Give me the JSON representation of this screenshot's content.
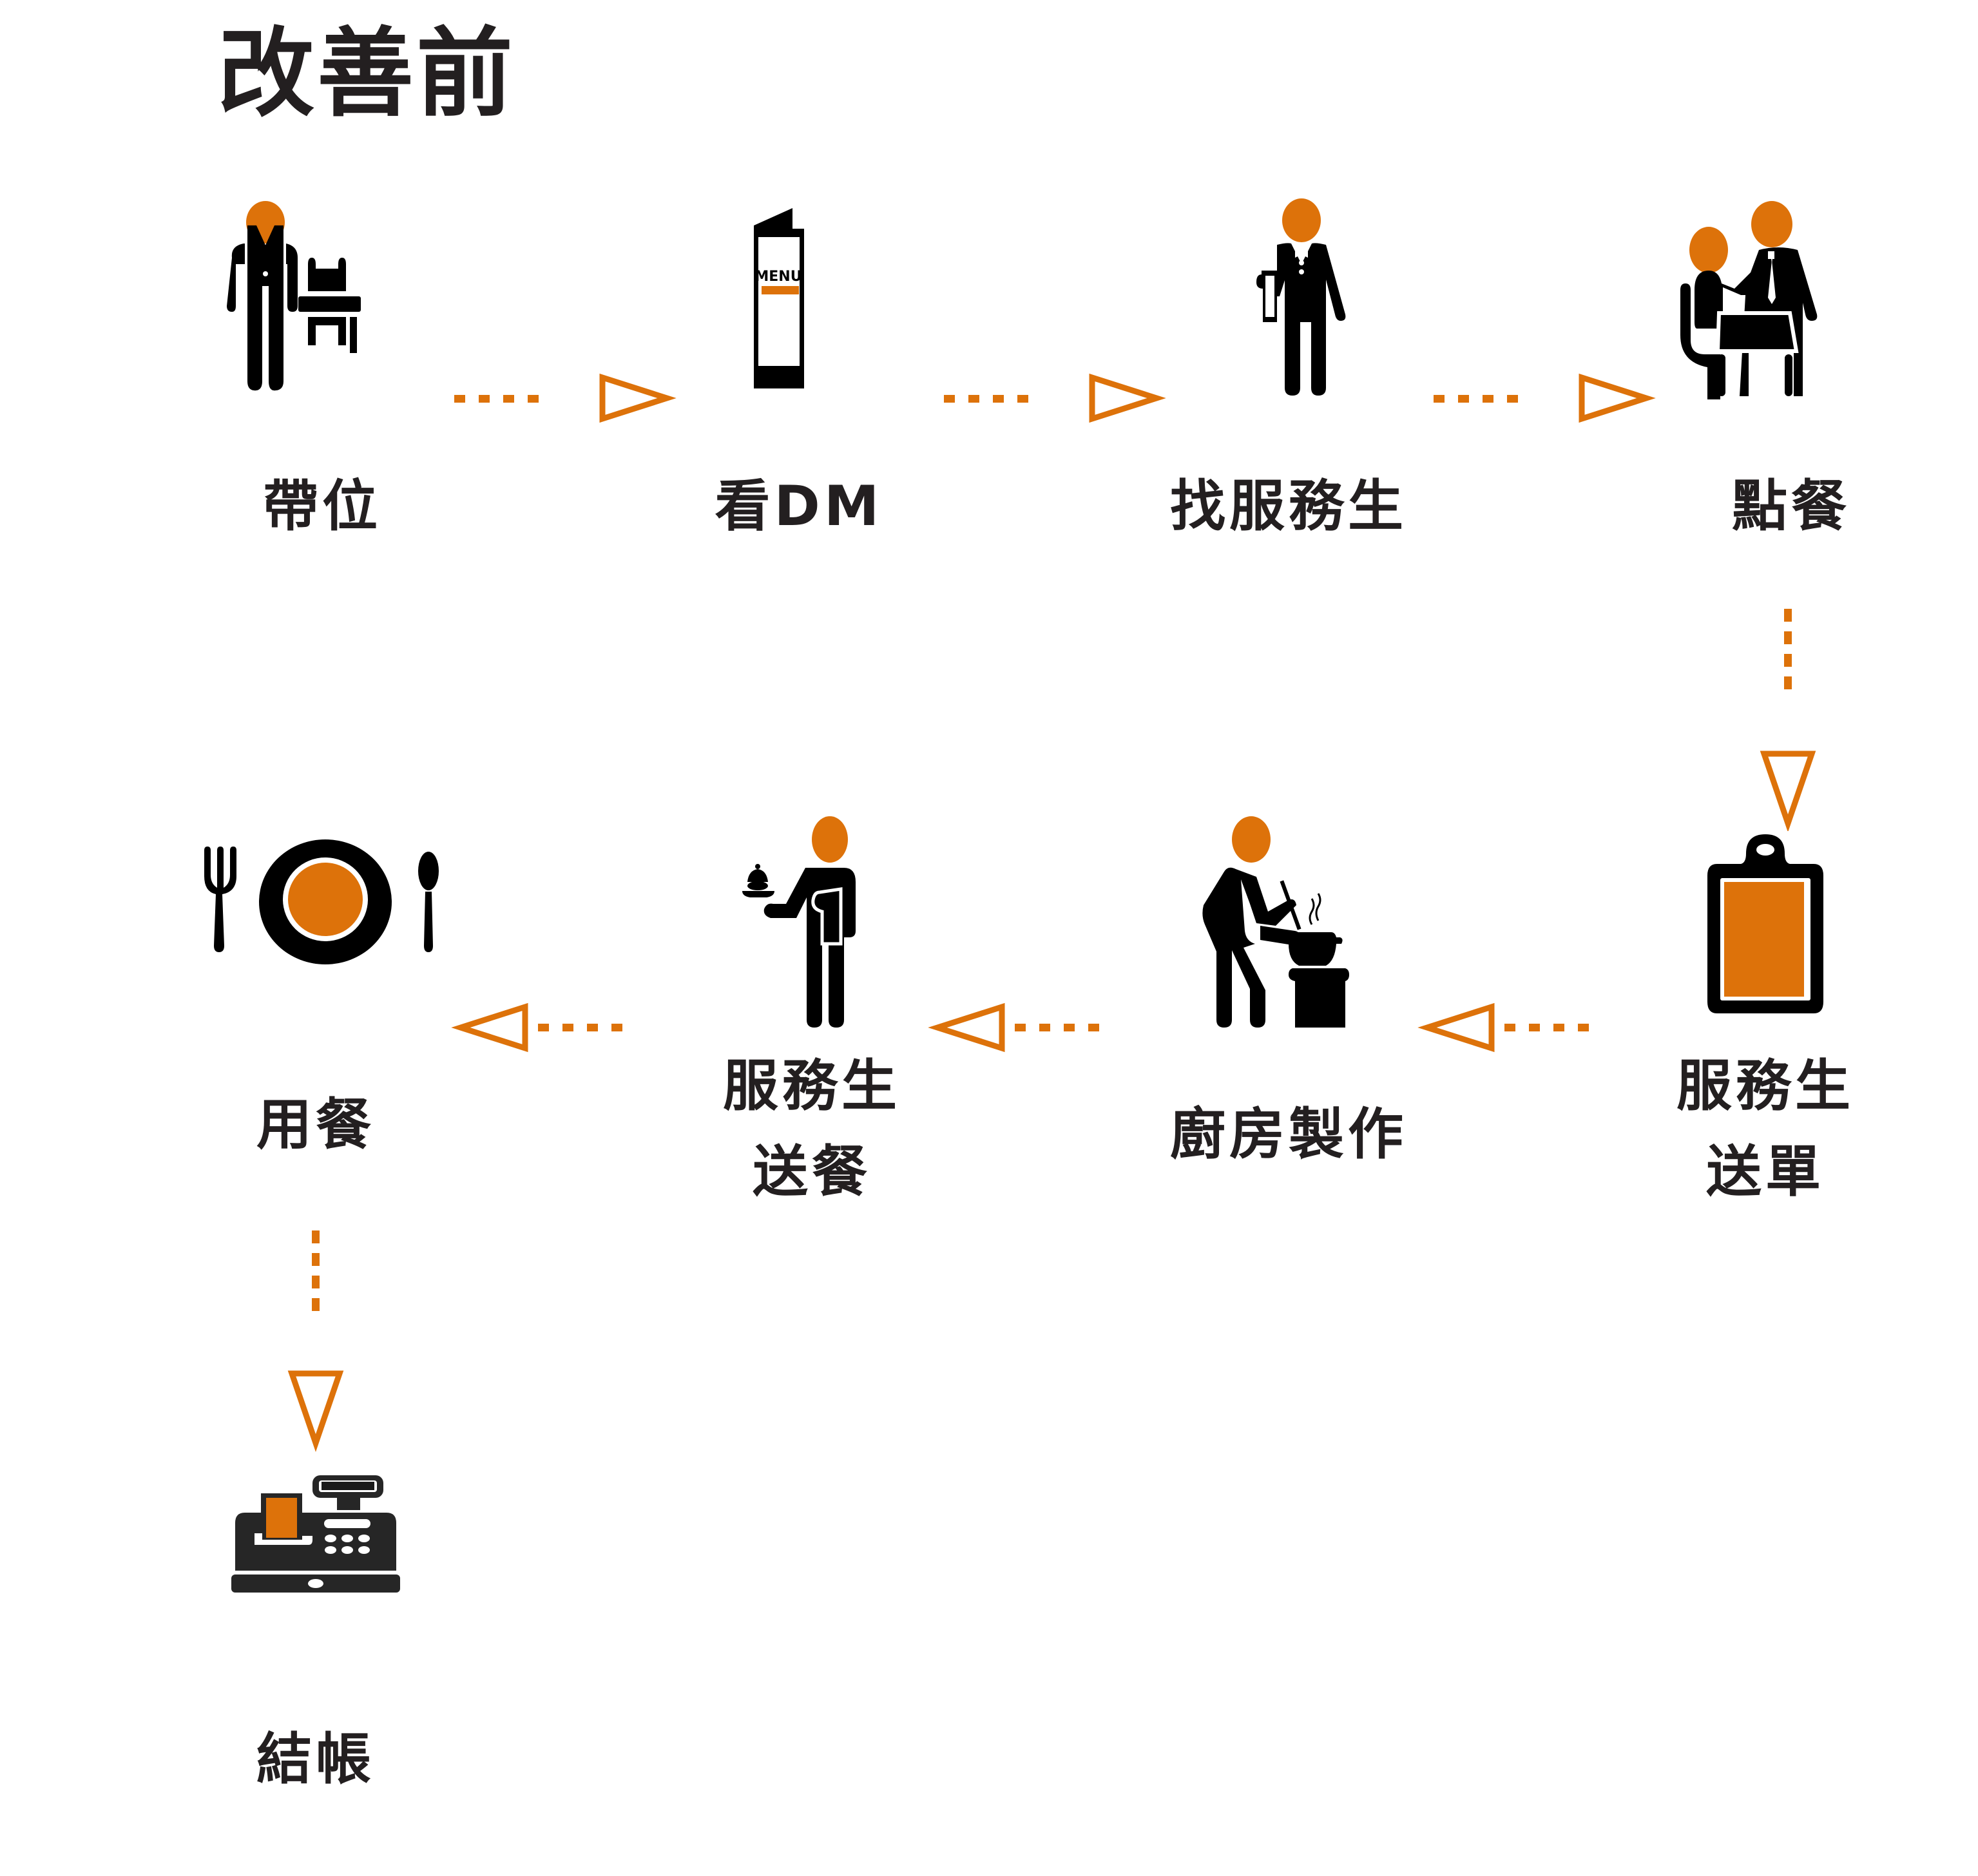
{
  "title": "改善前",
  "colors": {
    "accent": "#dd720a",
    "ink": "#231f20",
    "icon": "#000000"
  },
  "steps": [
    {
      "id": 1,
      "label": "帶位",
      "icon": "waiter-seating-icon"
    },
    {
      "id": 2,
      "label": "看DM",
      "icon": "menu-icon",
      "icon_text": "MENU"
    },
    {
      "id": 3,
      "label": "找服務生",
      "icon": "waiter-icon"
    },
    {
      "id": 4,
      "label": "點餐",
      "icon": "ordering-icon"
    },
    {
      "id": 5,
      "label": "服務生\n送單",
      "icon": "order-board-icon"
    },
    {
      "id": 6,
      "label": "廚房製作",
      "icon": "cook-icon"
    },
    {
      "id": 7,
      "label": "服務生\n送餐",
      "icon": "serving-waiter-icon"
    },
    {
      "id": 8,
      "label": "用餐",
      "icon": "dining-plate-icon"
    },
    {
      "id": 9,
      "label": "結帳",
      "icon": "cash-register-icon"
    }
  ],
  "flow": [
    {
      "from": 1,
      "to": 2,
      "direction": "right"
    },
    {
      "from": 2,
      "to": 3,
      "direction": "right"
    },
    {
      "from": 3,
      "to": 4,
      "direction": "right"
    },
    {
      "from": 4,
      "to": 5,
      "direction": "down"
    },
    {
      "from": 5,
      "to": 6,
      "direction": "left"
    },
    {
      "from": 6,
      "to": 7,
      "direction": "left"
    },
    {
      "from": 7,
      "to": 8,
      "direction": "left"
    },
    {
      "from": 8,
      "to": 9,
      "direction": "down"
    }
  ]
}
